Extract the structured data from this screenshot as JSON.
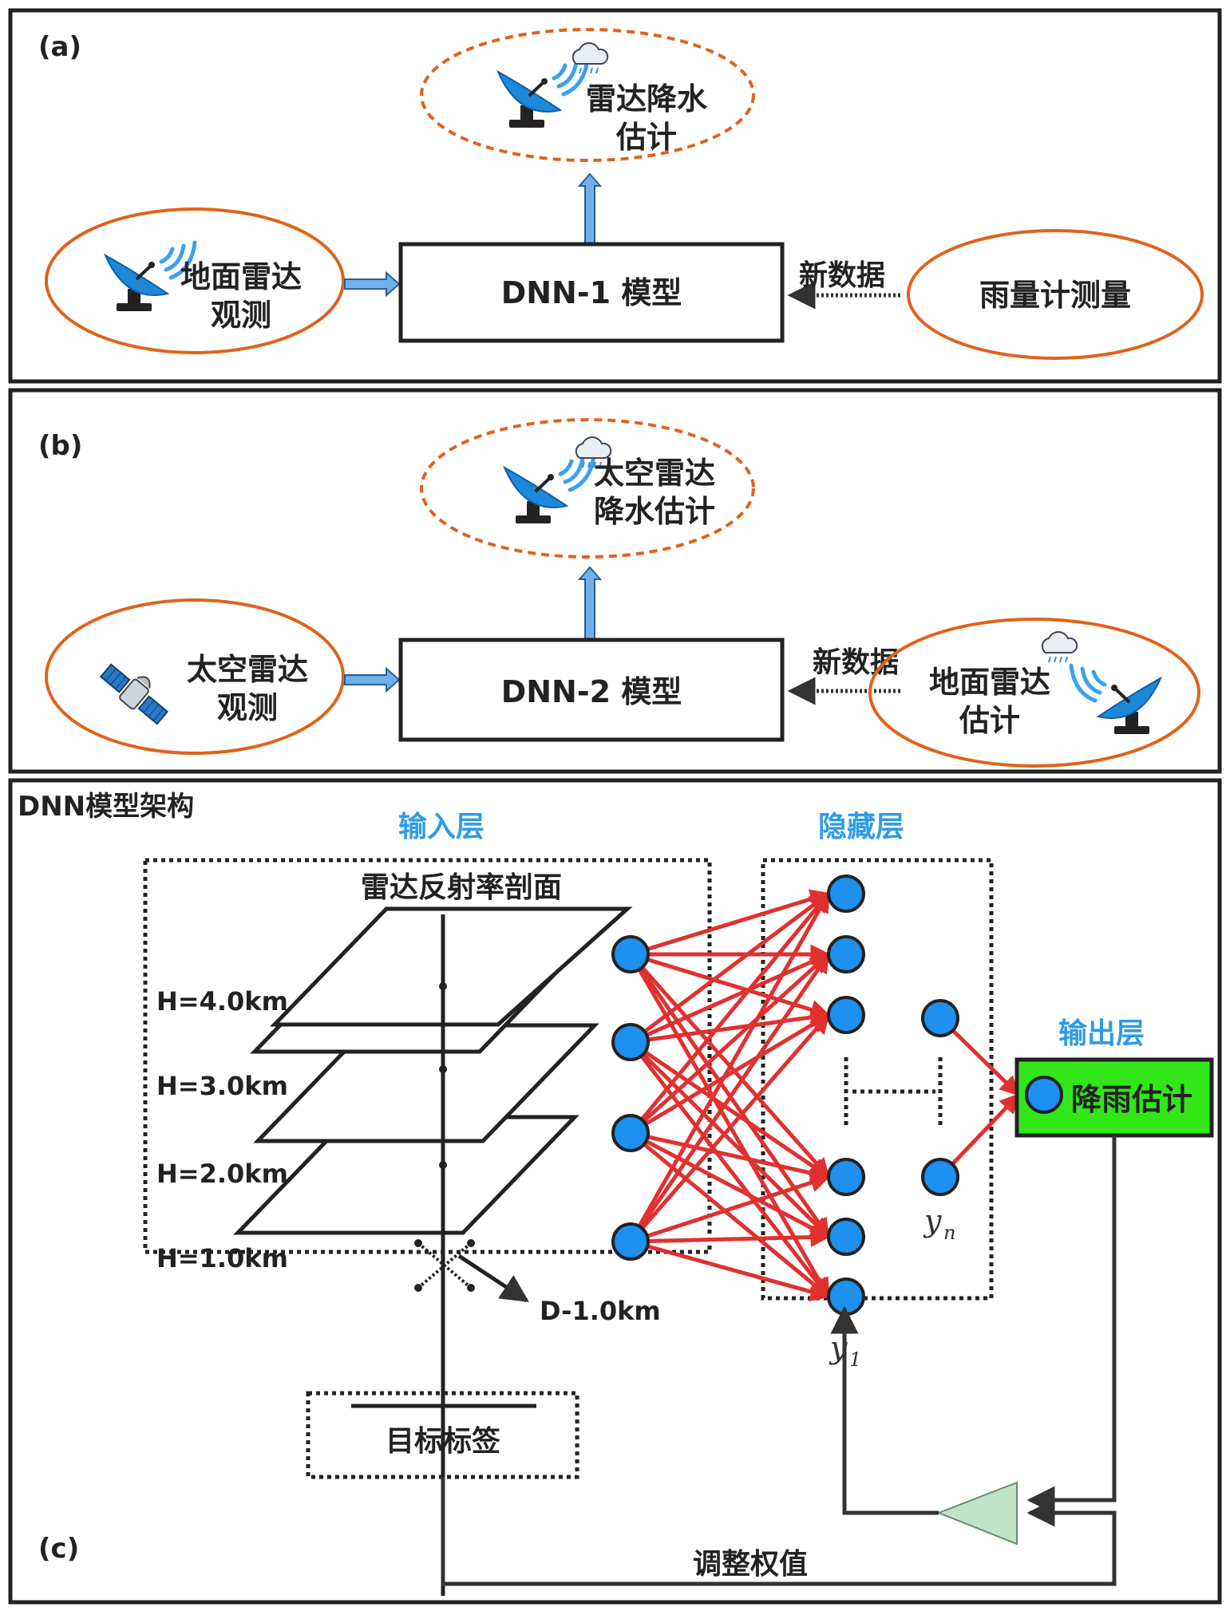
{
  "panel_a": {
    "label": "(a)",
    "input": "地面雷达观测",
    "input_lines": [
      "地面雷达",
      "观测"
    ],
    "model": "DNN-1 模型",
    "output_lines": [
      "雷达降水",
      "估计"
    ],
    "side_input": "雨量计测量",
    "side_label": "新数据"
  },
  "panel_b": {
    "label": "(b)",
    "input_lines": [
      "太空雷达",
      "观测"
    ],
    "model": "DNN-2 模型",
    "output_lines": [
      "太空雷达",
      "降水估计"
    ],
    "side_input_lines": [
      "地面雷达",
      "估计"
    ],
    "side_label": "新数据"
  },
  "panel_c": {
    "label": "(c)",
    "title": "DNN模型架构",
    "input_layer": "输入层",
    "hidden_layer": "隐藏层",
    "output_layer": "输出层",
    "profile_label": "雷达反射率剖面",
    "heights": [
      "H=4.0km",
      "H=3.0km",
      "H=2.0km",
      "H=1.0km"
    ],
    "distance_label": "D-1.0km",
    "target_label": "目标标签",
    "output_node_label": "降雨估计",
    "feedback_label": "调整权值",
    "y1_label": "y",
    "y1_sub": "1",
    "yn_label": "y",
    "yn_sub": "n"
  },
  "colors": {
    "ellipse_outline": "#e0621a",
    "arrow_blue": "#6fb0ea",
    "node_fill": "#1e90ef",
    "connection_red": "#e03030",
    "output_box": "#33e61a",
    "triangle": "#bfe3c6",
    "heading_blue": "#2e9be8"
  },
  "icons": [
    "radar-dish-icon",
    "rain-cloud-icon",
    "satellite-icon",
    "wifi-wave-icon"
  ]
}
